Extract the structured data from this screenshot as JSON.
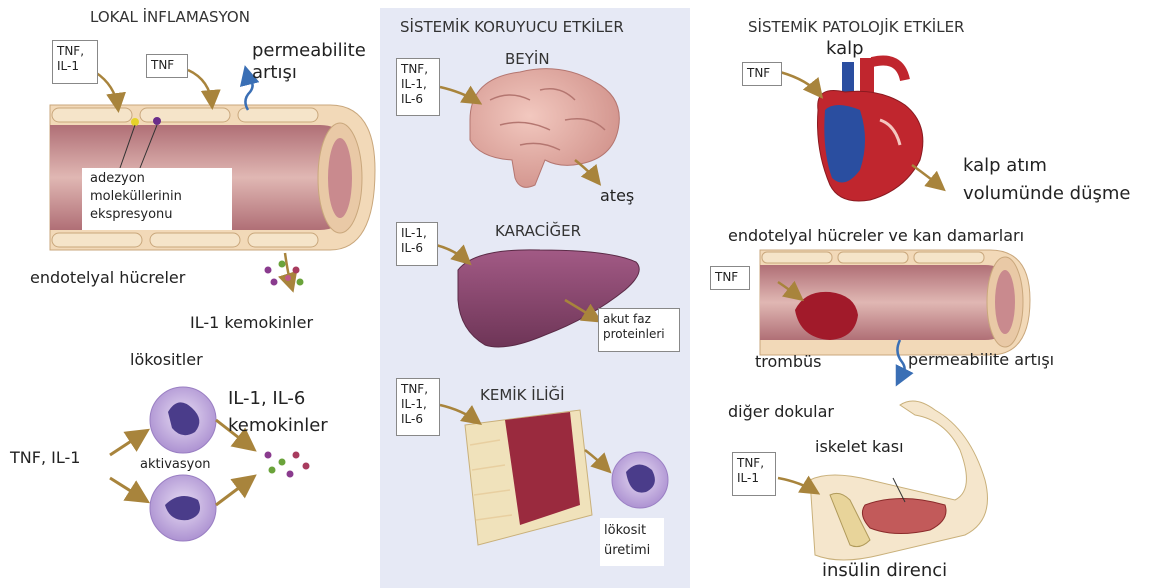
{
  "local": {
    "title": "LOKAL İNFLAMASYON",
    "box_tnf_il1": [
      "TNF,",
      "IL-1"
    ],
    "box_tnf": "TNF",
    "permeability": [
      "permeabilite",
      "artışı"
    ],
    "adhesion": [
      "adezyon",
      "moleküllerinin",
      "ekspresyonu"
    ],
    "endothelial": "endotelyal hücreler",
    "il1_chemokines": "IL-1 kemokinler",
    "leukocytes": "lökositler",
    "il1_il6": "IL-1, IL-6",
    "chemokines": "kemokinler",
    "tnf_il1": "TNF, IL-1",
    "activation": "aktivasyon"
  },
  "systemic_protective": {
    "title": "SİSTEMİK KORUYUCU ETKİLER",
    "brain": "BEYİN",
    "brain_box": [
      "TNF,",
      "IL-1,",
      "IL-6"
    ],
    "fever": "ateş",
    "liver": "KARACİĞER",
    "liver_box": [
      "IL-1,",
      "IL-6"
    ],
    "acute_phase": [
      "akut faz",
      "proteinleri"
    ],
    "bone_marrow": "KEMİK İLİĞİ",
    "marrow_box": [
      "TNF,",
      "IL-1,",
      "IL-6"
    ],
    "leukocyte_production": [
      "lökosit",
      "üretimi"
    ]
  },
  "systemic_pathologic": {
    "title": "SİSTEMİK PATOLOJİK ETKİLER",
    "heart": "kalp",
    "heart_box": "TNF",
    "cardiac_output": [
      "kalp atım",
      "volumünde düşme"
    ],
    "vessels": "endotelyal hücreler ve kan damarları",
    "vessel_box": "TNF",
    "thrombus": "trombüs",
    "permeability": "permeabilite artışı",
    "other_tissues": "diğer dokular",
    "skeletal_muscle": "iskelet kası",
    "muscle_box": [
      "TNF,",
      "IL-1"
    ],
    "insulin": "insülin direnci"
  },
  "colors": {
    "panel_bg": "#e6e9f5",
    "vessel_wall": "#f2d9b8",
    "vessel_lumen": "#c98a8e",
    "arrow": "#a8843c",
    "perm_arrow": "#3a6fb5",
    "brain": "#e2a8a0",
    "liver": "#8c4a6e",
    "heart_red": "#c0262e",
    "heart_blue": "#2a4ea0",
    "cell": "#b69ad8"
  }
}
